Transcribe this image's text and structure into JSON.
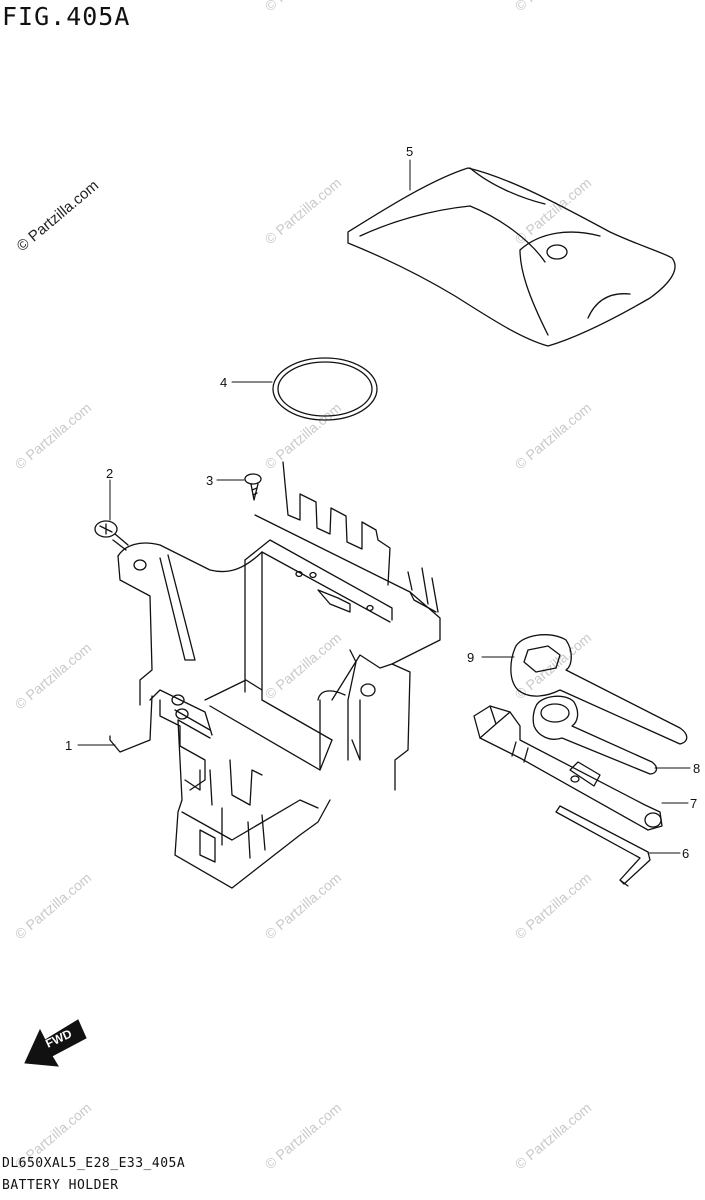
{
  "figure": {
    "title": "FIG.405A",
    "code": "DL650XAL5_E28_E33_405A",
    "name": "BATTERY HOLDER"
  },
  "watermark": {
    "text": "© Partzilla.com"
  },
  "fwd_label": "FWD",
  "callouts": [
    "1",
    "2",
    "3",
    "4",
    "5",
    "6",
    "7",
    "8",
    "9"
  ],
  "colors": {
    "line": "#111111",
    "watermark": "#c9c9c9"
  }
}
